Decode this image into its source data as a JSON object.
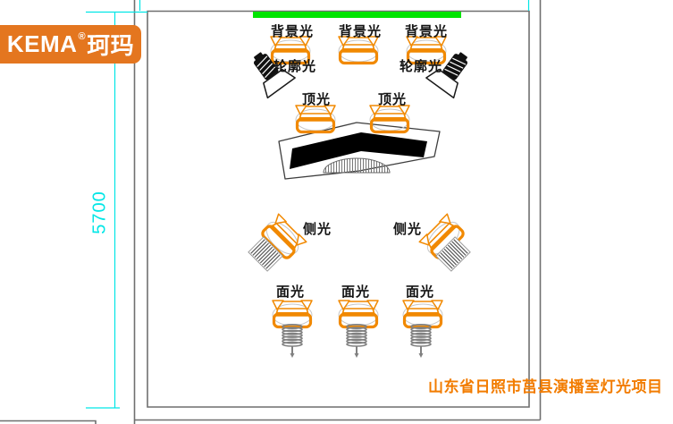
{
  "logo": {
    "latin": "KEMA",
    "reg": "®",
    "cjk": "珂玛"
  },
  "dimension": {
    "value": "5700"
  },
  "project_title": "山东省日照市莒县演播室灯光项目",
  "lights": {
    "background": {
      "label": "背景光",
      "count": 3
    },
    "rim": {
      "label": "轮廓光",
      "count": 2
    },
    "top": {
      "label": "顶光",
      "count": 2
    },
    "side": {
      "label": "侧光",
      "count": 2
    },
    "front": {
      "label": "面光",
      "count": 3
    }
  },
  "colors": {
    "orange": "#F18900",
    "logoOrange": "#E4761F",
    "titleOrange": "#F27C00",
    "green": "#00E400",
    "cyan": "#00E6E6",
    "wall": "#6F6F6F",
    "gray": "#808080"
  }
}
